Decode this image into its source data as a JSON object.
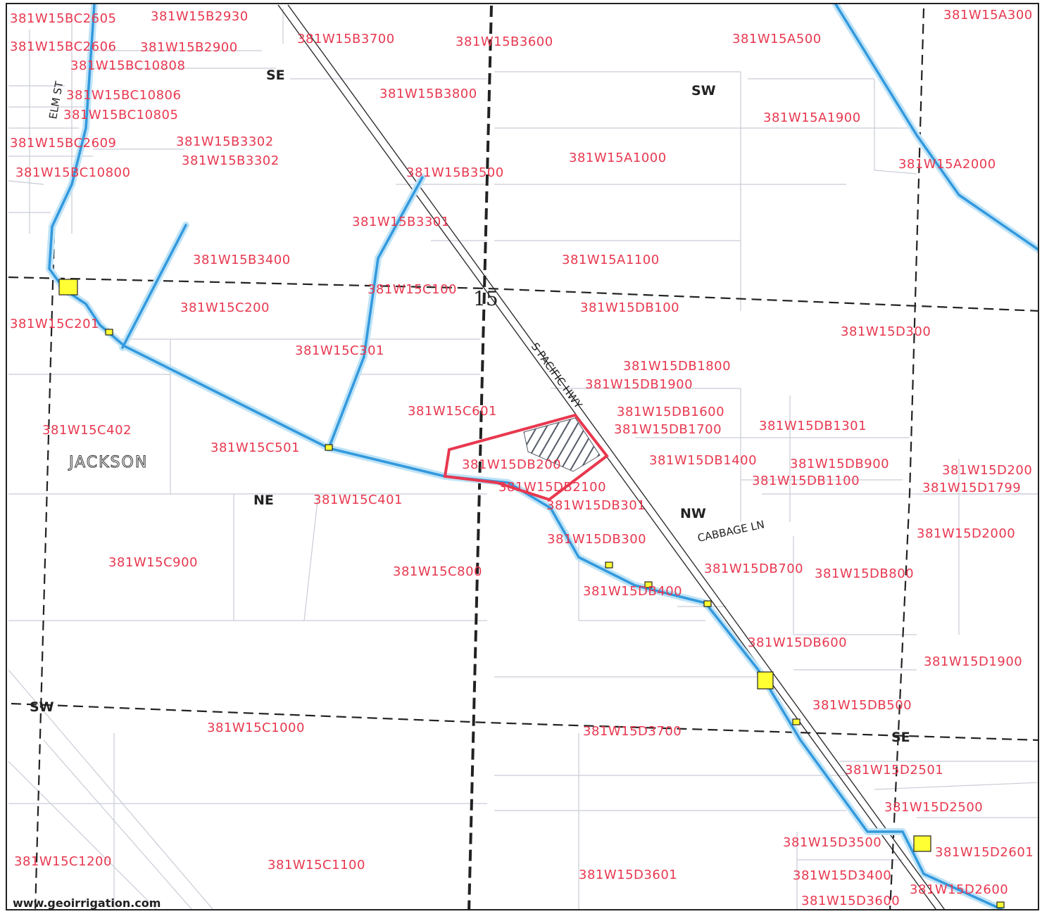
{
  "watermark": "www.geoirrigation.com",
  "section_number": "15",
  "city_label": "JACKSON",
  "colors": {
    "taxlot_label": "#e8384f",
    "waterway": "#3399dd",
    "waterway_glow": "#bfe3f7",
    "parcel_line": "#c9ccd6",
    "quarter_line": "#222222",
    "subject_outline": "#e8384f",
    "structure_fill": "#ffff33"
  },
  "icons": {
    "subject_hatch": "diagonal-hatch",
    "point_of_diversion": "yellow-square-icon"
  },
  "quadrant_labels": [
    "SE",
    "SW",
    "NE",
    "NW",
    "SW",
    "SE"
  ],
  "street_labels": [
    "ELM ST",
    "S PACIFIC HWY",
    "CABBAGE LN"
  ],
  "taxlots": [
    "381W15BC2605",
    "381W15B2930",
    "381W15BC2606",
    "381W15B2900",
    "381W15BC10808",
    "381W15B3700",
    "381W15B3600",
    "381W15A500",
    "381W15A300",
    "381W15BC10806",
    "381W15BC10805",
    "381W15B3800",
    "381W15A1900",
    "381W15BC2609",
    "381W15B3302",
    "381W15B3302",
    "381W15A1000",
    "381W15BC10800",
    "381W15B3500",
    "381W15A2000",
    "381W15B3301",
    "381W15B3400",
    "381W15A1100",
    "381W15C100",
    "381W15C200",
    "381W15DB100",
    "381W15C201",
    "381W15D300",
    "381W15C301",
    "381W15DB1800",
    "381W15DB1900",
    "381W15C601",
    "381W15DB1600",
    "381W15DB1700",
    "381W15DB1301",
    "381W15C402",
    "381W15C501",
    "381W15DB1400",
    "381W15DB900",
    "381W15D200",
    "381W15DB200",
    "381W15DB1100",
    "381W15D1799",
    "381W15DB2100",
    "381W15C401",
    "381W15DB301",
    "381W15DB300",
    "381W15D2000",
    "381W15C900",
    "381W15C800",
    "381W15DB700",
    "381W15DB800",
    "381W15DB400",
    "381W15DB600",
    "381W15D1900",
    "381W15DB500",
    "381W15C1000",
    "381W15D3700",
    "381W15D2501",
    "381W15D2500",
    "381W15D3500",
    "381W15D2601",
    "381W15C1200",
    "381W15C1100",
    "381W15D3601",
    "381W15D3400",
    "381W15D2600",
    "381W15D3600"
  ]
}
